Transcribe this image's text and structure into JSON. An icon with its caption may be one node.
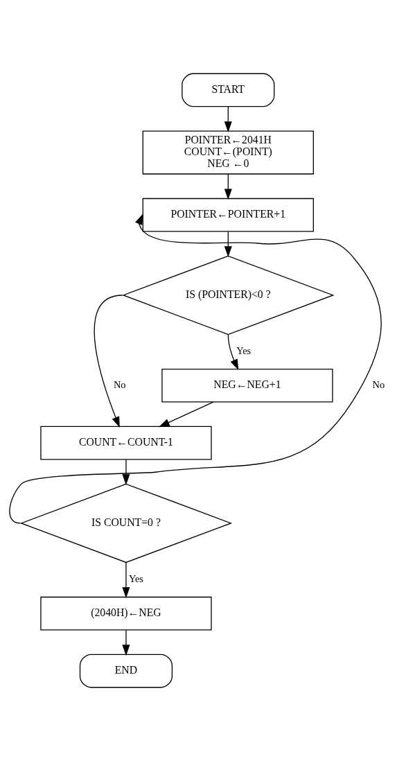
{
  "diagram": {
    "nodes": [
      {
        "text": [
          "START"
        ]
      },
      {
        "text": [
          "POINTER←2041H",
          "COUNT←(POINT)",
          "NEG ←0"
        ]
      },
      {
        "text": [
          "POINTER←POINTER+1"
        ]
      },
      {
        "text": [
          "IS (POINTER)<0 ?"
        ]
      },
      {
        "text": [
          "NEG←NEG+1"
        ]
      },
      {
        "text": [
          "COUNT←COUNT-1"
        ]
      },
      {
        "text": [
          "IS COUNT=0 ?"
        ]
      },
      {
        "text": [
          "(2040H)←NEG"
        ]
      },
      {
        "text": [
          "END"
        ]
      }
    ],
    "edges": [
      {
        "from": 0,
        "to": 1,
        "arrow": "to"
      },
      {
        "from": 1,
        "to": 2,
        "arrow": "to"
      },
      {
        "from": 2,
        "to": 3,
        "arrow": "to"
      },
      {
        "from": 3,
        "to": 4,
        "arrow": "to",
        "label": "Yes"
      },
      {
        "from": 3,
        "to": 5,
        "arrow": "to",
        "label": "No"
      },
      {
        "from": 4,
        "to": 5,
        "arrow": "to"
      },
      {
        "from": 5,
        "to": 6,
        "arrow": "to"
      },
      {
        "from": 6,
        "to": 2,
        "arrow": "to",
        "label": "No"
      },
      {
        "from": 6,
        "to": 7,
        "arrow": "to",
        "label": "Yes"
      },
      {
        "from": 7,
        "to": 8,
        "arrow": "to"
      }
    ]
  }
}
